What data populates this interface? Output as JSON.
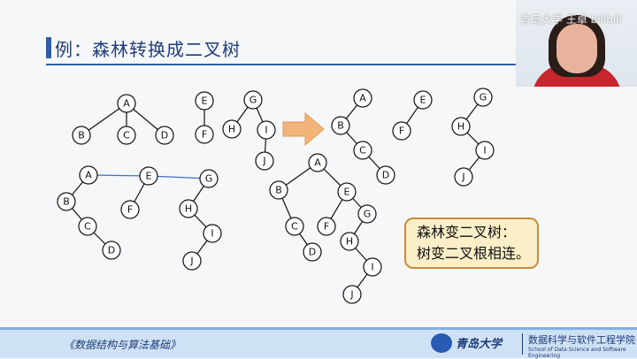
{
  "slide": {
    "title": "例：森林转换成二叉树",
    "callout_line1": "森林变二叉树：",
    "callout_line2": "树变二叉根相连。",
    "footer_course": "《数据结构与算法基础》",
    "footer_logo_text": "青岛大学",
    "footer_school_cn": "数据科学与软件工程学院",
    "footer_school_en": "School of Data Science and Software Engineering"
  },
  "video": {
    "watermark": "青岛大学 王卓 bilibili"
  },
  "colors": {
    "title": "#1f3d78",
    "accent_blue": "#2f5da8",
    "callout_bg": "#fcefc8",
    "callout_border": "#c98a3b",
    "arrow": "#f2b47a"
  },
  "forest_original": {
    "labels": [
      "A",
      "B",
      "C",
      "D",
      "E",
      "F",
      "G",
      "H",
      "I",
      "J"
    ]
  }
}
